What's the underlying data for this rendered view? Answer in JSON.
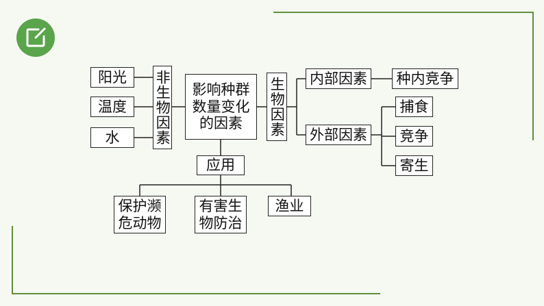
{
  "diagram": {
    "center": "影响种群\n数量变化\n的因素",
    "abiotic": {
      "label": "非生物因素",
      "items": [
        "阳光",
        "温度",
        "水"
      ]
    },
    "biotic": {
      "label": "生物因素",
      "internal": {
        "label": "内部因素",
        "items": [
          "种内竞争"
        ]
      },
      "external": {
        "label": "外部因素",
        "items": [
          "捕食",
          "竞争",
          "寄生"
        ]
      }
    },
    "application": {
      "label": "应用",
      "items": [
        "保护濒\n危动物",
        "有害生\n物防治",
        "渔业"
      ]
    }
  },
  "colors": {
    "frame": "#5e8f3c",
    "badge": "#5aa44b",
    "background": "#f6f8f2"
  },
  "icons": {
    "badge": "edit-icon"
  }
}
